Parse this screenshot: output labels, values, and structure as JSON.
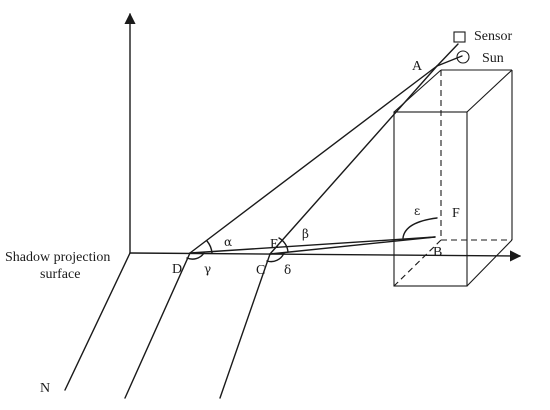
{
  "labels": {
    "sensor": "Sensor",
    "sun": "Sun",
    "surface_line1": "Shadow projection",
    "surface_line2": "surface",
    "north": "N"
  },
  "points": {
    "A": "A",
    "B": "B",
    "C": "C",
    "D": "D",
    "E": "E",
    "F": "F"
  },
  "angles": {
    "alpha": "α",
    "beta": "β",
    "gamma": "γ",
    "delta": "δ",
    "epsilon": "ε"
  }
}
